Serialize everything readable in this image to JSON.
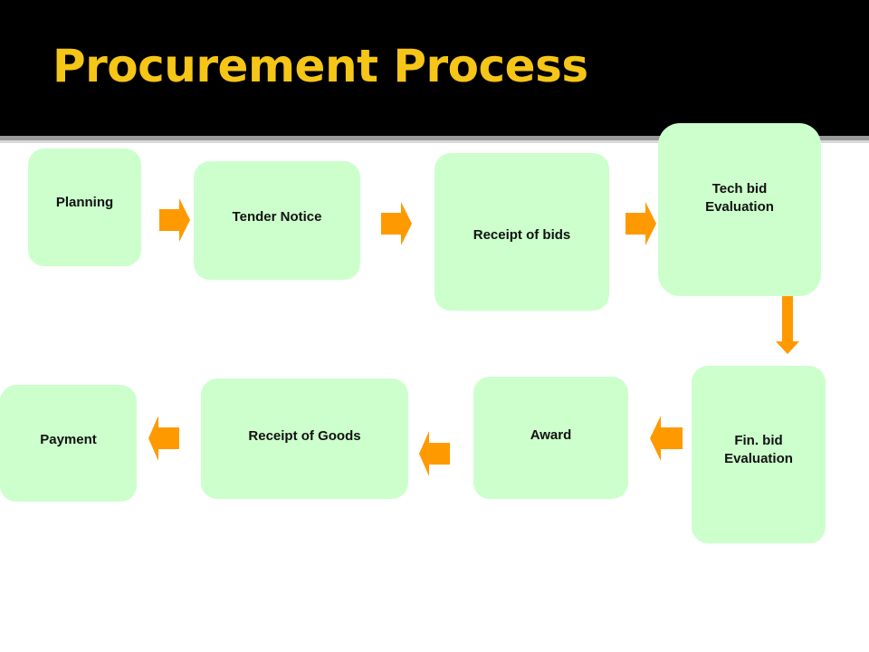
{
  "title": "Procurement Process",
  "colors": {
    "title_bar": "#000000",
    "title_text": "#F5C518",
    "step_fill": "#CCFFCC",
    "arrow": "#FF9900"
  },
  "steps": [
    {
      "id": "planning",
      "label": "Planning"
    },
    {
      "id": "tender-notice",
      "label": "Tender Notice"
    },
    {
      "id": "receipt-of-bids",
      "label": "Receipt of  bids"
    },
    {
      "id": "tech-bid-evaluation",
      "label": "Tech bid\nEvaluation"
    },
    {
      "id": "fin-bid-evaluation",
      "label": "Fin. bid\nEvaluation"
    },
    {
      "id": "award",
      "label": "Award"
    },
    {
      "id": "receipt-of-goods",
      "label": "Receipt of Goods"
    },
    {
      "id": "payment",
      "label": "Payment"
    }
  ],
  "flow": [
    {
      "from": "planning",
      "to": "tender-notice"
    },
    {
      "from": "tender-notice",
      "to": "receipt-of-bids"
    },
    {
      "from": "receipt-of-bids",
      "to": "tech-bid-evaluation"
    },
    {
      "from": "tech-bid-evaluation",
      "to": "fin-bid-evaluation"
    },
    {
      "from": "fin-bid-evaluation",
      "to": "award"
    },
    {
      "from": "award",
      "to": "receipt-of-goods"
    },
    {
      "from": "receipt-of-goods",
      "to": "payment"
    }
  ]
}
